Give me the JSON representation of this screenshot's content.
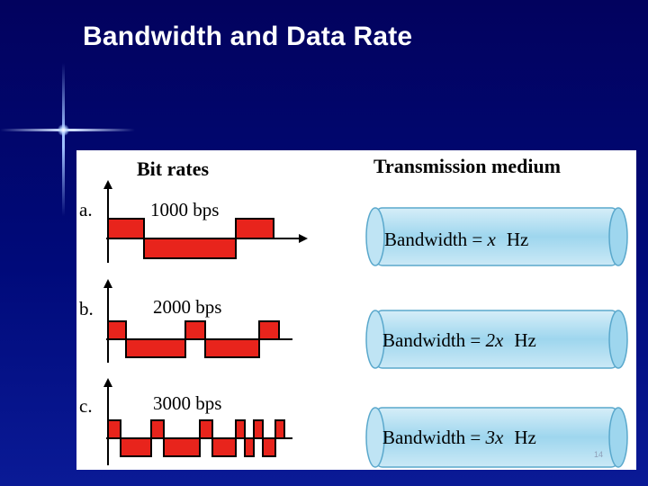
{
  "slide": {
    "title": "Bandwidth and Data Rate",
    "page_number": "14"
  },
  "figure": {
    "left_header": "Bit rates",
    "right_header": "Transmission medium",
    "rows": [
      {
        "label": "a.",
        "rate": "1000 bps",
        "bandwidth_prefix": "Bandwidth = ",
        "bandwidth_value": "x",
        "bandwidth_unit": "Hz"
      },
      {
        "label": "b.",
        "rate": "2000 bps",
        "bandwidth_prefix": "Bandwidth = ",
        "bandwidth_value": "2x",
        "bandwidth_unit": "Hz"
      },
      {
        "label": "c.",
        "rate": "3000 bps",
        "bandwidth_prefix": "Bandwidth = ",
        "bandwidth_value": "3x",
        "bandwidth_unit": "Hz"
      }
    ]
  },
  "colors": {
    "background": "#000a7a",
    "title": "#ffffff",
    "signal_fill": "#e8241c",
    "pipe_fill": "#a8dcf0",
    "pipe_edge": "#5aa8cc"
  }
}
